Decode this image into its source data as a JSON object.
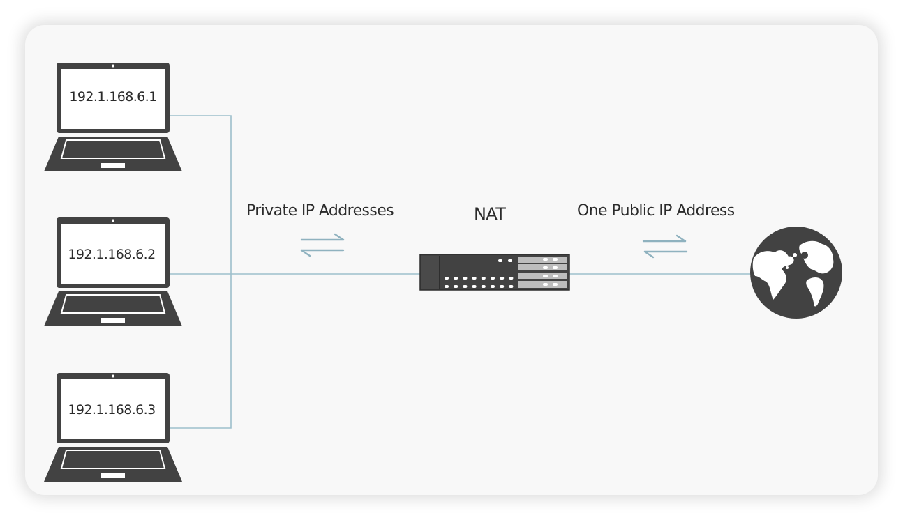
{
  "diagram": {
    "title": "NAT",
    "left_caption": "Private IP Addresses",
    "right_caption": "One Public IP Address",
    "hosts": [
      {
        "label": "192.1.168.6.1"
      },
      {
        "label": "192.1.168.6.2"
      },
      {
        "label": "192.1.168.6.3"
      }
    ],
    "nodes": {
      "router": "nat-router",
      "internet": "globe"
    },
    "colors": {
      "device": "#424242",
      "connector": "#9dbfcc",
      "arrow": "#8fb2bf",
      "card_bg": "#f8f8f8",
      "text": "#2b2b2b"
    }
  }
}
